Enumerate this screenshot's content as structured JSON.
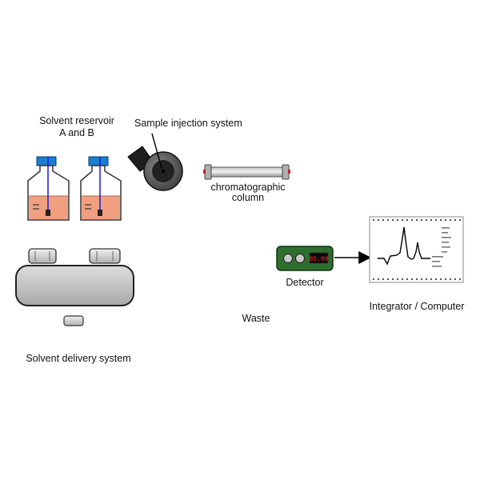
{
  "labels": {
    "reservoir_line1": "Solvent reservoir",
    "reservoir_line2": "A and B",
    "injection": "Sample injection system",
    "column_line1": "chromatographic",
    "column_line2": "column",
    "detector": "Detector",
    "waste": "Waste",
    "integrator": "Integrator / Computer",
    "delivery": "Solvent delivery system"
  },
  "detector_display": "85.00",
  "colors": {
    "tubing": "#1a1ad8",
    "solvent": "#f0a080",
    "bottle_cap": "#1a7fd0",
    "pump_body": "#c8c8c8",
    "detector_body": "#2e6e2e",
    "display_text": "#ff2a2a",
    "valve_body": "#2a2a2a"
  },
  "icons": {
    "bottle": "solvent-bottle-icon",
    "pump": "pump-icon",
    "valve": "injection-valve-icon",
    "syringe": "syringe-icon",
    "column": "column-icon",
    "detector": "detector-icon",
    "recorder": "chromatogram-printout-icon",
    "arrow": "arrow-right-icon"
  }
}
